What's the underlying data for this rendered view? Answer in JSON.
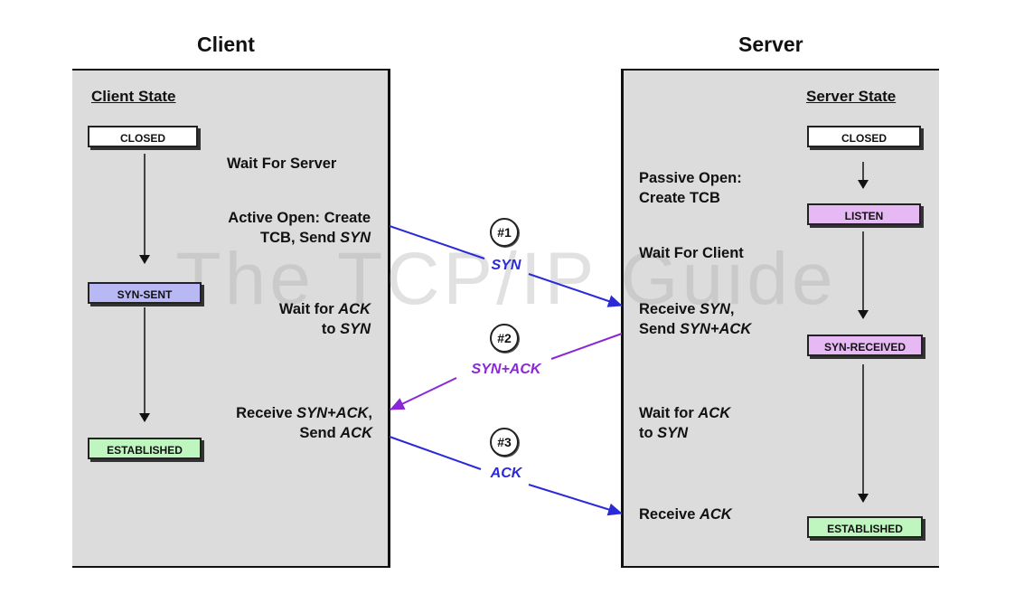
{
  "client": {
    "title": "Client",
    "state_title": "Client State",
    "states": {
      "closed": "CLOSED",
      "syn_sent": "SYN-SENT",
      "established": "ESTABLISHED"
    },
    "descriptions": {
      "wait_server": "Wait For Server",
      "active_open_1": "Active Open: Create",
      "active_open_2": "TCB, Send ",
      "active_open_2_em": "SYN",
      "wait_ack_1": "Wait for ",
      "wait_ack_1_em": "ACK",
      "wait_ack_2": "to ",
      "wait_ack_2_em": "SYN",
      "receive_1": "Receive ",
      "receive_1_em": "SYN+ACK",
      "receive_1_tail": ",",
      "receive_2": "Send ",
      "receive_2_em": "ACK"
    }
  },
  "server": {
    "title": "Server",
    "state_title": "Server State",
    "states": {
      "closed": "CLOSED",
      "listen": "LISTEN",
      "syn_received": "SYN-RECEIVED",
      "established": "ESTABLISHED"
    },
    "descriptions": {
      "passive_open_1": "Passive Open:",
      "passive_open_2": "Create TCB",
      "wait_client": "Wait For Client",
      "receive_syn_1": "Receive ",
      "receive_syn_1_em": "SYN",
      "receive_syn_1_tail": ",",
      "receive_syn_2": "Send ",
      "receive_syn_2_em": "SYN+ACK",
      "wait_ack_1": "Wait for ",
      "wait_ack_1_em": "ACK",
      "wait_ack_2": "to ",
      "wait_ack_2_em": "SYN",
      "receive_ack_1": "Receive ",
      "receive_ack_1_em": "ACK"
    }
  },
  "messages": [
    {
      "step": "#1",
      "label": "SYN",
      "color": "#2a2ad8"
    },
    {
      "step": "#2",
      "label": "SYN+ACK",
      "color": "#8a27d6"
    },
    {
      "step": "#3",
      "label": "ACK",
      "color": "#2a2ad8"
    }
  ],
  "watermark": "The TCP/IP Guide",
  "colors": {
    "panel": "#dcdcdc",
    "closed": "#ffffff",
    "syn_sent": "#b8b8f4",
    "listen": "#e6b8f4",
    "syn_received": "#e6b8f4",
    "established": "#bff5bf"
  }
}
